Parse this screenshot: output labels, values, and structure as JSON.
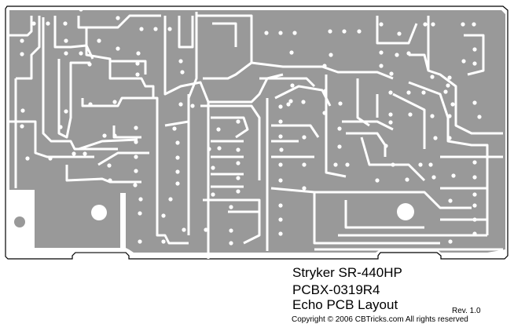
{
  "title": {
    "model": "Stryker SR-440HP",
    "board": "PCBX-0319R4",
    "subtitle": "Echo PCB Layout",
    "revision": "Rev. 1.0",
    "copyright": "Copyright © 2006 CBTricks.com   All rights reserved"
  },
  "colors": {
    "copper": "#999999",
    "substrate": "#ffffff",
    "outline": "#000000"
  }
}
